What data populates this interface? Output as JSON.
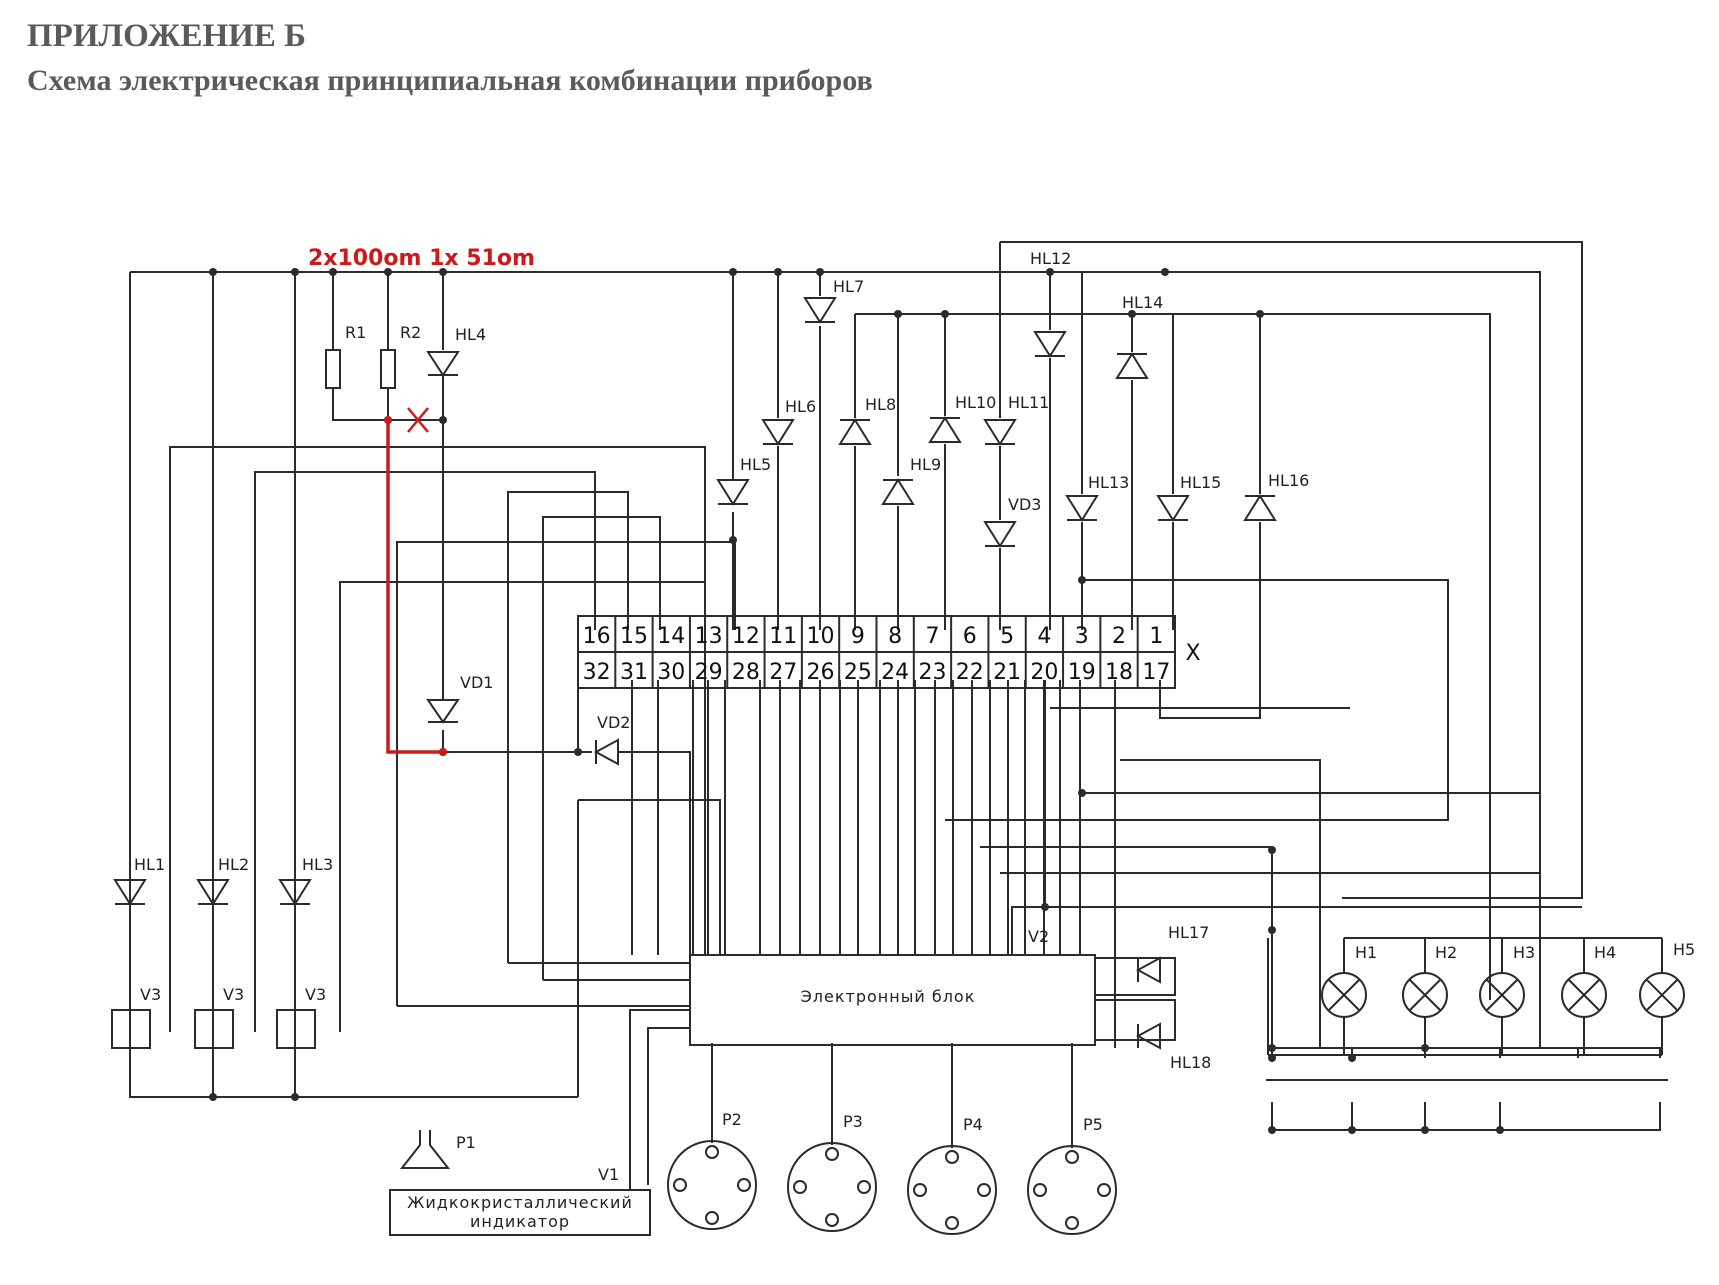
{
  "title": "ПРИЛОЖЕНИЕ Б",
  "subtitle": "Схема электрическая принципиальная комбинации приборов",
  "annotation": "2x100om 1x 51om",
  "connector": {
    "name": "X",
    "top_pins": [
      "16",
      "15",
      "14",
      "13",
      "12",
      "11",
      "10",
      "9",
      "8",
      "7",
      "6",
      "5",
      "4",
      "3",
      "2",
      "1"
    ],
    "bottom_pins": [
      "32",
      "31",
      "30",
      "29",
      "28",
      "27",
      "26",
      "25",
      "24",
      "23",
      "22",
      "21",
      "20",
      "19",
      "18",
      "17"
    ]
  },
  "labels": {
    "R1": "R1",
    "R2": "R2",
    "HL1": "HL1",
    "HL2": "HL2",
    "HL3": "HL3",
    "HL4": "HL4",
    "HL5": "HL5",
    "HL6": "HL6",
    "HL7": "HL7",
    "HL8": "HL8",
    "HL9": "HL9",
    "HL10": "HL10",
    "HL11": "HL11",
    "HL12": "HL12",
    "HL13": "HL13",
    "HL14": "HL14",
    "HL15": "HL15",
    "HL16": "HL16",
    "HL17": "HL17",
    "HL18": "HL18",
    "VD1": "VD1",
    "VD2": "VD2",
    "VD3": "VD3",
    "V1": "V1",
    "V2": "V2",
    "V3": "V3",
    "P1": "P1",
    "P2": "P2",
    "P3": "P3",
    "P4": "P4",
    "P5": "P5",
    "H1": "H1",
    "H2": "H2",
    "H3": "H3",
    "H4": "H4",
    "H5": "H5"
  },
  "electronic_block": "Электронный блок",
  "lcd_line1": "Жидкокристаллический",
  "lcd_line2": "индикатор"
}
